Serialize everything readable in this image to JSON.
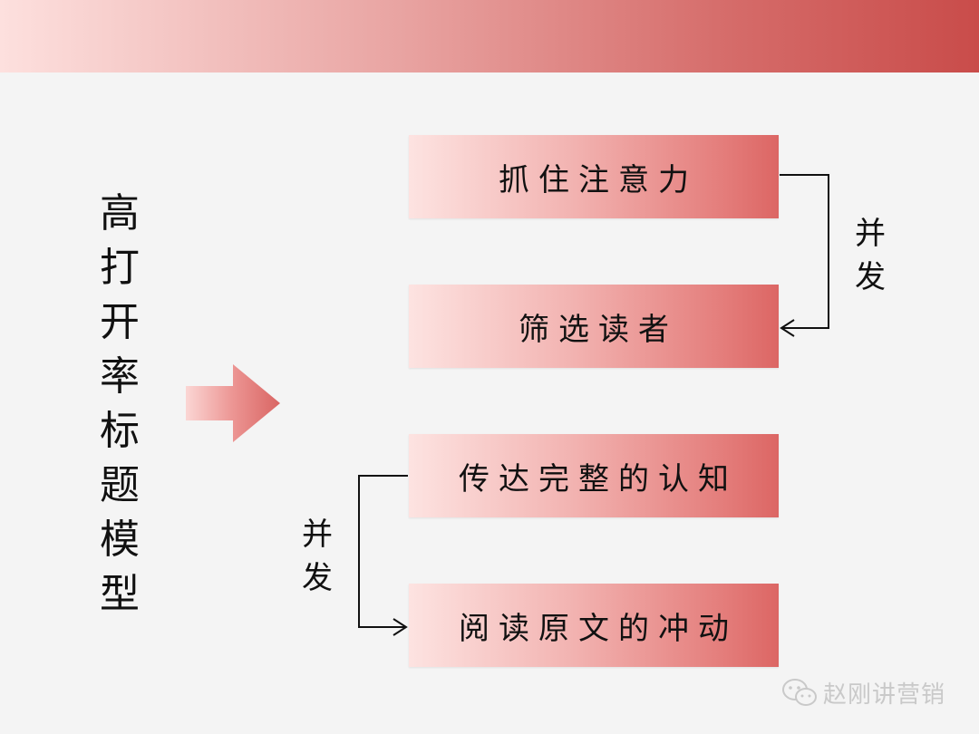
{
  "title_chars": [
    "高",
    "打",
    "开",
    "率",
    "标",
    "题",
    "模",
    "型"
  ],
  "boxes": [
    {
      "label": "抓住注意力"
    },
    {
      "label": "筛选读者"
    },
    {
      "label": "传达完整的认知"
    },
    {
      "label": "阅读原文的冲动"
    }
  ],
  "connectors": [
    {
      "label_chars": [
        "并",
        "发"
      ],
      "from": "抓住注意力",
      "to": "筛选读者",
      "side": "right"
    },
    {
      "label_chars": [
        "并",
        "发"
      ],
      "from": "传达完整的认知",
      "to": "阅读原文的冲动",
      "side": "left"
    }
  ],
  "watermark": {
    "text": "赵刚讲营销",
    "icon": "wechat-icon"
  },
  "colors": {
    "banner_start": "#fde0de",
    "banner_end": "#c94c4a",
    "box_start": "#fde3e1",
    "box_end": "#dc6664",
    "arrow": "#d96563",
    "background": "#f4f4f4"
  }
}
